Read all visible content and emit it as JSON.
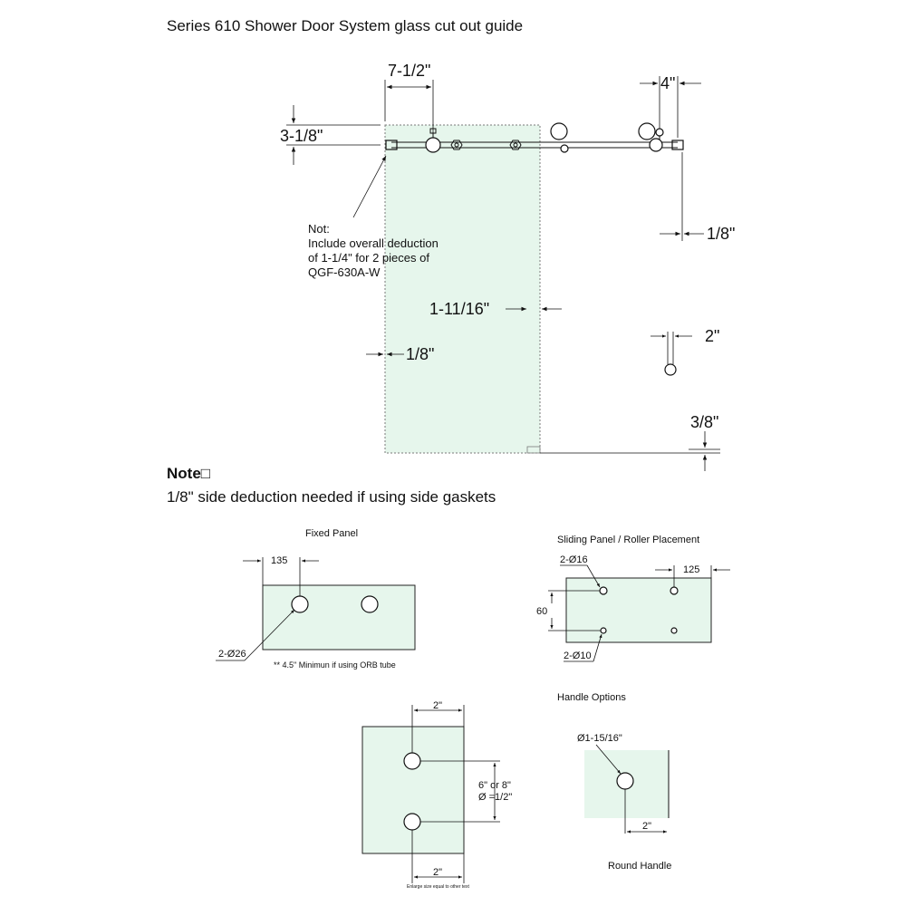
{
  "title": "Series  610  Shower Door System glass cut out guide",
  "main_drawing": {
    "dim_top_left": "7-1/2\"",
    "dim_top_right": "4\"",
    "dim_left_top": "3-1/8\"",
    "dim_right_gap": "1/8\"",
    "dim_center": "1-11/16\"",
    "dim_left_gap": "1/8\"",
    "dim_guide": "2\"",
    "dim_bottom": "3/8\"",
    "callout": [
      "Not:",
      "Include overall deduction",
      "of 1-1/4\" for 2 pieces of",
      "QGF-630A-W"
    ]
  },
  "note": {
    "heading": "Note□",
    "text": "1/8\" side deduction needed if using side gaskets"
  },
  "fixed_panel": {
    "title": "Fixed  Panel",
    "dim": "135",
    "hole_label": "2-Ø26",
    "footnote": "**  4.5\" Minimun if using ORB tube"
  },
  "sliding_panel": {
    "title": "Sliding  Panel / Roller Placement",
    "hole_top_label": "2-Ø16",
    "dim_right": "125",
    "dim_left": "60",
    "hole_bottom_label": "2-Ø10"
  },
  "handle_options": {
    "title": "Handle Options",
    "pull_top_dim": "2\"",
    "pull_side_dim": [
      "6\" or 8\"",
      "Ø =1/2\""
    ],
    "pull_bottom_dim": "2\"",
    "pull_footnote": "Enlarge size equal to other text",
    "round_dia": "Ø1-15/16\"",
    "round_dim": "2\"",
    "round_label": "Round  Handle"
  }
}
